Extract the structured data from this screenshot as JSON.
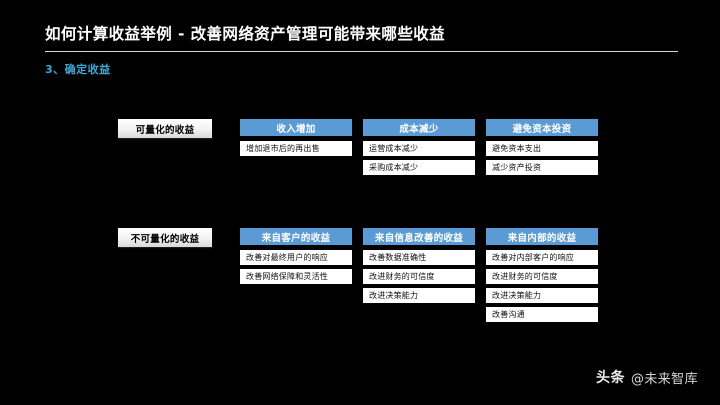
{
  "header": {
    "title": "如何计算收益举例 - 改善网络资产管理可能带来哪些收益",
    "section_label": "3、确定收益"
  },
  "theme": {
    "background": "#000000",
    "accent_blue": "#5B9BD5",
    "section_blue": "#3AA8D8",
    "label_gray": "#F2F2F2",
    "item_white": "#FFFFFF"
  },
  "diagram": {
    "rows": [
      {
        "label": "可量化的收益",
        "columns": [
          {
            "header": "收入增加",
            "items": [
              "增加退市后的再出售"
            ]
          },
          {
            "header": "成本减少",
            "items": [
              "运营成本减少",
              "采购成本减少"
            ]
          },
          {
            "header": "避免资本投资",
            "items": [
              "避免资本支出",
              "减少资产投资"
            ]
          }
        ]
      },
      {
        "label": "不可量化的收益",
        "columns": [
          {
            "header": "来自客户的收益",
            "items": [
              "改善对最终用户的响应",
              "改善网络保障和灵活性"
            ]
          },
          {
            "header": "来自信息改善的收益",
            "items": [
              "改善数据准确性",
              "改进财务的可信度",
              "改进决策能力"
            ]
          },
          {
            "header": "来自内部的收益",
            "items": [
              "改善对内部客户的响应",
              "改进财务的可信度",
              "改进决策能力",
              "改善沟通"
            ]
          }
        ]
      }
    ]
  },
  "watermark": {
    "brand": "头条",
    "handle": "@未来智库"
  }
}
